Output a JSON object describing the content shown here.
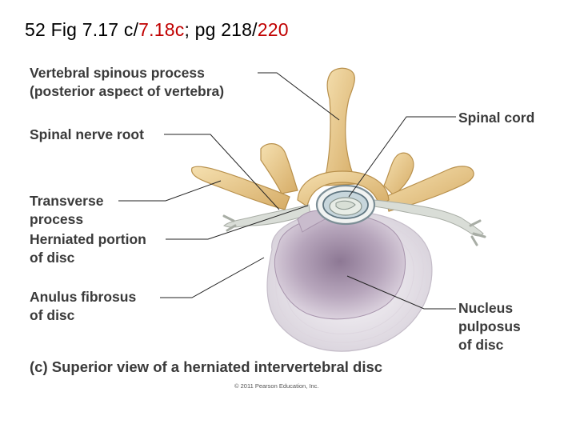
{
  "slide": {
    "title_parts": {
      "p1": "52  Fig 7.17 c/",
      "p2": "7.18c",
      "p3": "; pg 218/",
      "p4": "220"
    },
    "title_accent_color": "#c00000"
  },
  "figure": {
    "labels": {
      "spinous_process_line1": "Vertebral spinous process",
      "spinous_process_line2": "(posterior aspect of vertebra)",
      "nerve_root": "Spinal nerve root",
      "transverse_line1": "Transverse",
      "transverse_line2": "process",
      "herniated_line1": "Herniated portion",
      "herniated_line2": "of disc",
      "anulus_line1": "Anulus fibrosus",
      "anulus_line2": "of disc",
      "spinal_cord": "Spinal cord",
      "nucleus_line1": "Nucleus",
      "nucleus_line2": "pulposus",
      "nucleus_line3": "of disc"
    },
    "caption": "(c) Superior view of a herniated intervertebral disc",
    "copyright": "© 2011 Pearson Education, Inc.",
    "colors": {
      "bone": "#e8c98c",
      "bone_dark": "#c9a15c",
      "disc_ring": "#eeebf0",
      "nucleus": "#b3a0b8",
      "nerve": "#d9ddd7",
      "cord": "#9fb8c4",
      "label_text": "#3a3a3a"
    }
  }
}
